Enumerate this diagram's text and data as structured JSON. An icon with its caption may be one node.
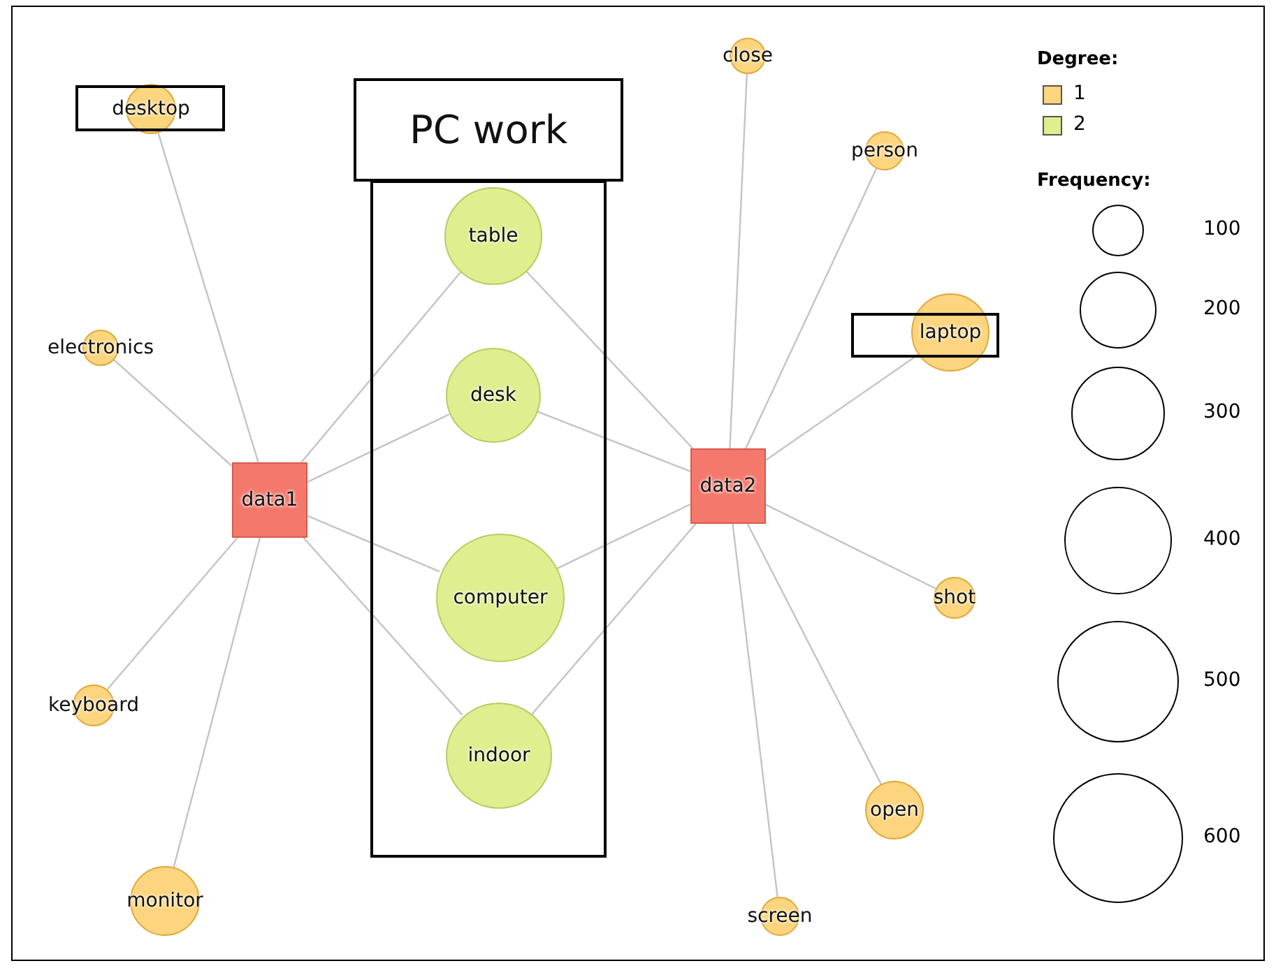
{
  "diagram": {
    "nodes": [
      {
        "text": [
          "desktop"
        ]
      },
      {
        "text": [
          "PC work"
        ]
      },
      {
        "text": [],
        "shape": "box"
      },
      {
        "text": [
          "table"
        ],
        "in": 2
      },
      {
        "text": [
          "close"
        ]
      },
      {
        "text": [
          "person"
        ]
      },
      {
        "text": [
          "laptop"
        ]
      },
      {
        "text": [
          "electronics"
        ]
      },
      {
        "text": [
          "desk"
        ],
        "in": 2
      },
      {
        "text": [
          "data1"
        ]
      },
      {
        "text": [
          "data2"
        ]
      },
      {
        "text": [
          "computer"
        ],
        "in": 2
      },
      {
        "text": [
          "shot"
        ]
      },
      {
        "text": [
          "keyboard"
        ]
      },
      {
        "text": [
          "indoor"
        ],
        "in": 2
      },
      {
        "text": [
          "open"
        ]
      },
      {
        "text": [
          "monitor"
        ]
      },
      {
        "text": [
          "screen"
        ]
      }
    ],
    "edges": [
      {
        "from": 9,
        "to": 0,
        "arrow": "none"
      },
      {
        "from": 9,
        "to": 7,
        "arrow": "none"
      },
      {
        "from": 9,
        "to": 13,
        "arrow": "none"
      },
      {
        "from": 9,
        "to": 16,
        "arrow": "none"
      },
      {
        "from": 9,
        "to": 3,
        "arrow": "none"
      },
      {
        "from": 9,
        "to": 8,
        "arrow": "none"
      },
      {
        "from": 9,
        "to": 11,
        "arrow": "none"
      },
      {
        "from": 9,
        "to": 14,
        "arrow": "none"
      },
      {
        "from": 10,
        "to": 4,
        "arrow": "none"
      },
      {
        "from": 10,
        "to": 5,
        "arrow": "none"
      },
      {
        "from": 10,
        "to": 6,
        "arrow": "none"
      },
      {
        "from": 10,
        "to": 12,
        "arrow": "none"
      },
      {
        "from": 10,
        "to": 15,
        "arrow": "none"
      },
      {
        "from": 10,
        "to": 17,
        "arrow": "none"
      },
      {
        "from": 10,
        "to": 3,
        "arrow": "none"
      },
      {
        "from": 10,
        "to": 8,
        "arrow": "none"
      },
      {
        "from": 10,
        "to": 11,
        "arrow": "none"
      },
      {
        "from": 10,
        "to": 14,
        "arrow": "none"
      }
    ],
    "labels": [
      "Degree:",
      "Frequency:"
    ],
    "legend": [
      {
        "text": "1",
        "color": "#fdd57e"
      },
      {
        "text": "2",
        "color": "#dfee8e"
      },
      {
        "text": "100"
      },
      {
        "text": "200"
      },
      {
        "text": "300"
      },
      {
        "text": "400"
      },
      {
        "text": "500"
      },
      {
        "text": "600"
      }
    ]
  }
}
